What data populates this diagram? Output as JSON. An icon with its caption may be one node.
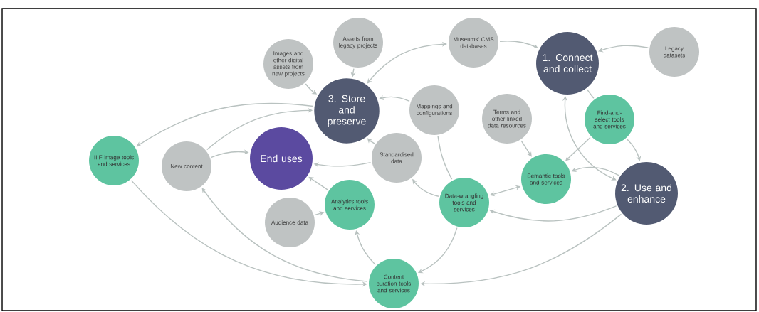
{
  "diagram": {
    "nodes": [
      {
        "text": [
          "Images and other digital assets from new projects"
        ]
      },
      {
        "text": [
          "Assets from legacy projects"
        ]
      },
      {
        "text": [
          "Museums' CMS databases"
        ]
      },
      {
        "text": [
          "1. Connect and collect"
        ]
      },
      {
        "text": [
          "Legacy datasets"
        ]
      },
      {
        "text": [
          "3. Store and preserve"
        ]
      },
      {
        "text": [
          "Mappings and configurations"
        ]
      },
      {
        "text": [
          "Terms and other linked data resources"
        ]
      },
      {
        "text": [
          "Find-and-select tools and services"
        ]
      },
      {
        "text": [
          "IIIF image tools and services"
        ]
      },
      {
        "text": [
          "New content"
        ]
      },
      {
        "text": [
          "End uses"
        ]
      },
      {
        "text": [
          "Standardised data"
        ]
      },
      {
        "text": [
          "Semantic tools and services"
        ]
      },
      {
        "text": [
          "2. Use and enhance"
        ]
      },
      {
        "text": [
          "Analytics tools and services"
        ]
      },
      {
        "text": [
          "Audience data"
        ]
      },
      {
        "text": [
          "Data-wrangling tools and services"
        ]
      },
      {
        "text": [
          "Content curation tools and services"
        ]
      }
    ],
    "edges": [
      {
        "from": 0,
        "to": 5,
        "arrow": "to"
      },
      {
        "from": 1,
        "to": 5,
        "arrow": "to"
      },
      {
        "from": 5,
        "to": 2,
        "arrow": "both"
      },
      {
        "from": 2,
        "to": 3,
        "arrow": "to"
      },
      {
        "from": 4,
        "to": 3,
        "arrow": "to"
      },
      {
        "from": 6,
        "to": 5,
        "arrow": "to"
      },
      {
        "from": 3,
        "to": 8,
        "arrow": "none"
      },
      {
        "from": 14,
        "to": 3,
        "arrow": "both"
      },
      {
        "from": 8,
        "to": 14,
        "arrow": "to"
      },
      {
        "from": 8,
        "to": 13,
        "arrow": "to"
      },
      {
        "from": 7,
        "to": 13,
        "arrow": "to"
      },
      {
        "from": 14,
        "to": 13,
        "arrow": "to"
      },
      {
        "from": 13,
        "to": 17,
        "arrow": "both"
      },
      {
        "from": 14,
        "to": 17,
        "arrow": "to"
      },
      {
        "from": 14,
        "to": 18,
        "arrow": "to"
      },
      {
        "from": 17,
        "to": 18,
        "arrow": "to"
      },
      {
        "from": 17,
        "to": 12,
        "arrow": "to"
      },
      {
        "from": 6,
        "to": 17,
        "arrow": "none"
      },
      {
        "from": 12,
        "to": 5,
        "arrow": "to"
      },
      {
        "from": 12,
        "to": 11,
        "arrow": "to"
      },
      {
        "from": 15,
        "to": 11,
        "arrow": "to"
      },
      {
        "from": 16,
        "to": 15,
        "arrow": "to"
      },
      {
        "from": 18,
        "to": 15,
        "arrow": "to"
      },
      {
        "from": 18,
        "to": 10,
        "arrow": "to"
      },
      {
        "from": 9,
        "to": 18,
        "arrow": "to"
      },
      {
        "from": 5,
        "to": 9,
        "arrow": "to"
      },
      {
        "from": 10,
        "to": 5,
        "arrow": "to"
      },
      {
        "from": 10,
        "to": 11,
        "arrow": "to"
      }
    ]
  }
}
